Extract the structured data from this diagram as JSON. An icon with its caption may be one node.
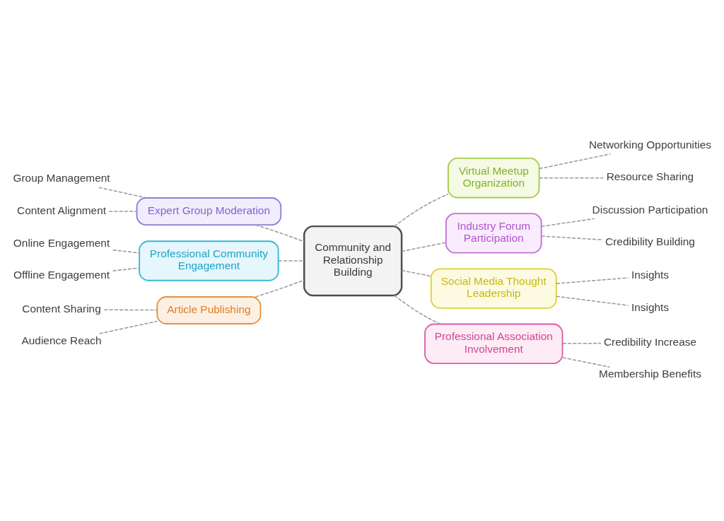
{
  "diagram": {
    "nodes": [
      {
        "text": [
          "Expert Group Moderation"
        ]
      },
      {
        "text": [
          "Group Management"
        ]
      },
      {
        "text": [
          "Content Alignment"
        ]
      },
      {
        "text": [
          "Virtual Meetup Organization"
        ]
      },
      {
        "text": [
          "Networking Opportunities"
        ]
      },
      {
        "text": [
          "Resource Sharing"
        ]
      },
      {
        "text": [
          "Professional Community Engagement"
        ]
      },
      {
        "text": [
          "Online Engagement"
        ]
      },
      {
        "text": [
          "Offline Engagement"
        ]
      },
      {
        "text": [
          "Industry Forum Participation"
        ]
      },
      {
        "text": [
          "Discussion Participation"
        ]
      },
      {
        "text": [
          "Credibility Building"
        ]
      },
      {
        "text": [
          "Community and Relationship Building"
        ]
      },
      {
        "text": [
          "Article Publishing"
        ]
      },
      {
        "text": [
          "Content Sharing"
        ]
      },
      {
        "text": [
          "Audience Reach"
        ]
      },
      {
        "text": [
          "Social Media Thought Leadership"
        ]
      },
      {
        "text": [
          "Insights"
        ]
      },
      {
        "text": [
          "Insights"
        ]
      },
      {
        "text": [
          "Professional Association Involvement"
        ]
      },
      {
        "text": [
          "Credibility Increase"
        ]
      },
      {
        "text": [
          "Membership Benefits"
        ]
      }
    ],
    "edges": [
      {
        "from": 0,
        "to": 12,
        "arrow": "none",
        "style": "dashed"
      },
      {
        "from": 1,
        "to": 0,
        "arrow": "none",
        "style": "dashed"
      },
      {
        "from": 2,
        "to": 0,
        "arrow": "none",
        "style": "dashed"
      },
      {
        "from": 12,
        "to": 3,
        "arrow": "none",
        "style": "dashed"
      },
      {
        "from": 3,
        "to": 4,
        "arrow": "none",
        "style": "dashed"
      },
      {
        "from": 3,
        "to": 5,
        "arrow": "none",
        "style": "dashed"
      },
      {
        "from": 6,
        "to": 12,
        "arrow": "none",
        "style": "dashed"
      },
      {
        "from": 7,
        "to": 6,
        "arrow": "none",
        "style": "dashed"
      },
      {
        "from": 8,
        "to": 6,
        "arrow": "none",
        "style": "dashed"
      },
      {
        "from": 12,
        "to": 9,
        "arrow": "none",
        "style": "dashed"
      },
      {
        "from": 9,
        "to": 10,
        "arrow": "none",
        "style": "dashed"
      },
      {
        "from": 9,
        "to": 11,
        "arrow": "none",
        "style": "dashed"
      },
      {
        "from": 13,
        "to": 12,
        "arrow": "none",
        "style": "dashed"
      },
      {
        "from": 14,
        "to": 13,
        "arrow": "none",
        "style": "dashed"
      },
      {
        "from": 15,
        "to": 13,
        "arrow": "none",
        "style": "dashed"
      },
      {
        "from": 12,
        "to": 16,
        "arrow": "none",
        "style": "dashed"
      },
      {
        "from": 16,
        "to": 17,
        "arrow": "none",
        "style": "dashed"
      },
      {
        "from": 16,
        "to": 18,
        "arrow": "none",
        "style": "dashed"
      },
      {
        "from": 12,
        "to": 19,
        "arrow": "none",
        "style": "dashed"
      },
      {
        "from": 19,
        "to": 20,
        "arrow": "none",
        "style": "dashed"
      },
      {
        "from": 19,
        "to": 21,
        "arrow": "none",
        "style": "dashed"
      }
    ]
  }
}
